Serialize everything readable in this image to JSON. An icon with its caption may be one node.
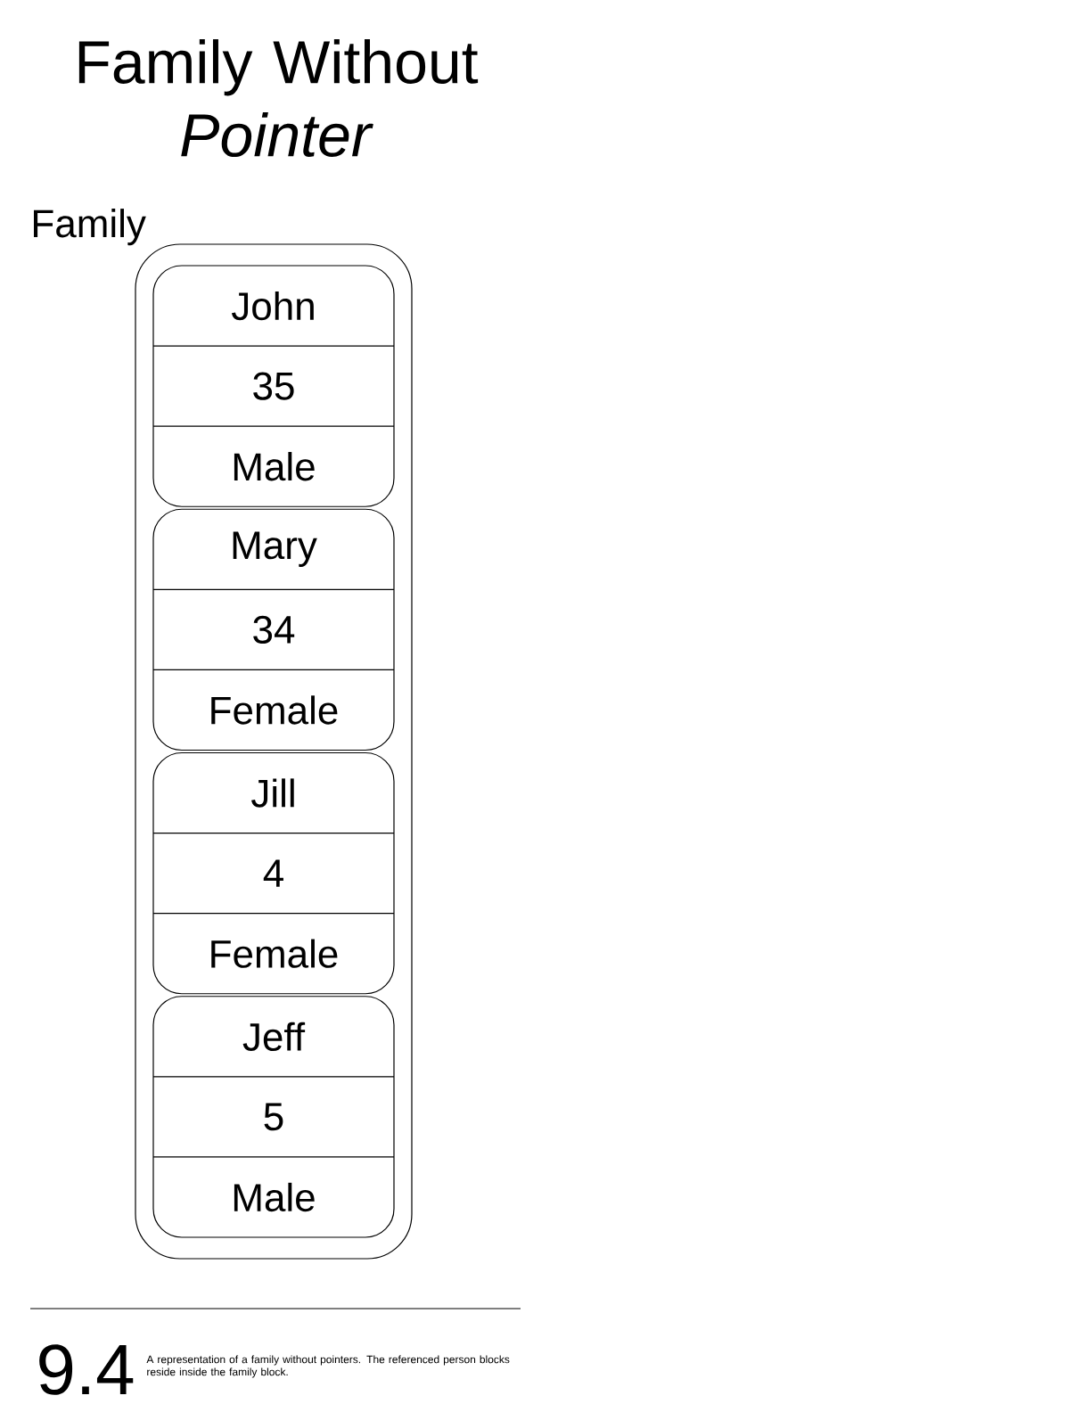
{
  "diagram": {
    "title": "Family Without *Pointer*",
    "caption": "A representation of a family without pointers. The referenced person blocks reside inside the family block.",
    "nodes": [
      {
        "text": [
          "Family"
        ]
      },
      {
        "text": [
          "John",
          "35",
          "Male"
        ],
        "in": 0
      },
      {
        "text": [
          "Mary",
          "34",
          "Female"
        ],
        "in": 0
      },
      {
        "text": [
          "Jill",
          "4",
          "Female"
        ],
        "in": 0
      },
      {
        "text": [
          "Jeff",
          "5",
          "Male"
        ],
        "in": 0
      }
    ],
    "labels": [
      "9.4"
    ]
  }
}
